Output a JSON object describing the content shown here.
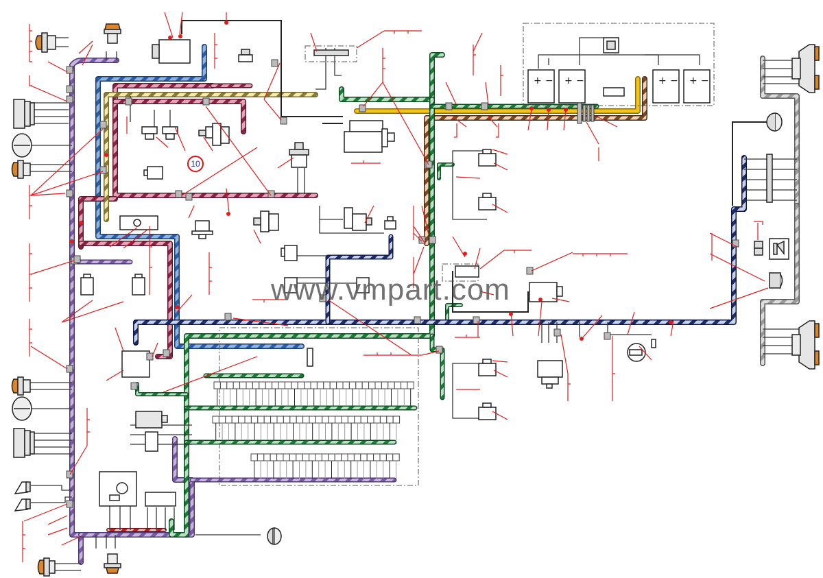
{
  "diagram": {
    "title": "Vehicle electrical wiring diagram",
    "callout_number": "10",
    "watermark": "www.vmpart.com"
  },
  "colors": {
    "harness_purple": "#9b7bbd",
    "harness_blue": "#3a6fb5",
    "harness_navy": "#2b3a7a",
    "harness_crimson": "#9e2f4f",
    "harness_yellow": "#e6c94a",
    "harness_green": "#1f8a3e",
    "harness_grey": "#a8a8a8",
    "harness_brown": "#8a5a2b",
    "callout_red": "#e21b1b",
    "lamp_amber": "#d9862b",
    "wire_black": "#222222"
  },
  "harnesses": [
    {
      "name": "left-purple-harness",
      "color": "harness_purple"
    },
    {
      "name": "blue-harness",
      "color": "harness_blue"
    },
    {
      "name": "crimson-harness",
      "color": "harness_crimson"
    },
    {
      "name": "yellow-harness",
      "color": "harness_yellow"
    },
    {
      "name": "green-harness",
      "color": "harness_green"
    },
    {
      "name": "navy-harness",
      "color": "harness_navy"
    },
    {
      "name": "right-grey-harness",
      "color": "harness_grey"
    },
    {
      "name": "brown-harness",
      "color": "harness_brown"
    }
  ],
  "components": [
    "front-left-turn-lamp",
    "front-left-headlamp",
    "front-left-fog-lamp",
    "front-left-side-lamp",
    "rear-left-lamp-cluster",
    "rear-right-lamp-cluster",
    "horn-left",
    "horn-right",
    "generator",
    "starter-motor",
    "battery-1",
    "battery-2",
    "battery-3",
    "battery-4",
    "battery-switch",
    "fuse-block-1",
    "fuse-block-2",
    "fuse-block-3",
    "relay-box",
    "wiper-motor",
    "heater-motor",
    "distributor",
    "ignition-coil",
    "sensors",
    "connector-strip",
    "reverse-light-switch",
    "brake-valve",
    "pressure-sensor"
  ]
}
